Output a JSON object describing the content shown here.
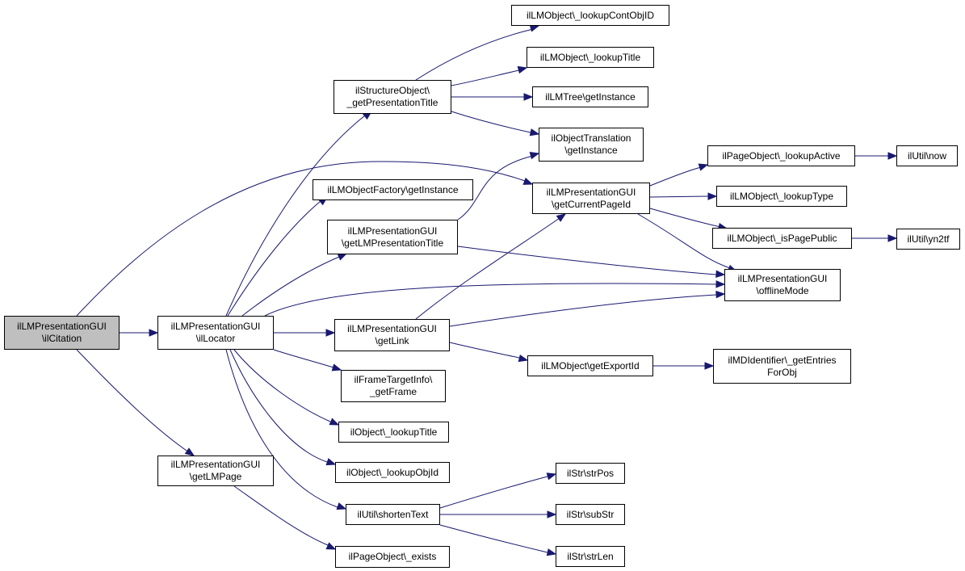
{
  "nodes": {
    "root": [
      "ilLMPresentationGUI",
      "\\ilCitation"
    ],
    "ilLocator": [
      "ilLMPresentationGUI",
      "\\ilLocator"
    ],
    "getLMPage": [
      "ilLMPresentationGUI",
      "\\getLMPage"
    ],
    "getPresentationTitle": [
      "ilStructureObject\\",
      "_getPresentationTitle"
    ],
    "objFactory": [
      "ilLMObjectFactory\\getInstance"
    ],
    "getLMPresentationTitle": [
      "ilLMPresentationGUI",
      "\\getLMPresentationTitle"
    ],
    "getLink": [
      "ilLMPresentationGUI",
      "\\getLink"
    ],
    "getFrame": [
      "ilFrameTargetInfo\\",
      "_getFrame"
    ],
    "objLookupTitle": [
      "ilObject\\_lookupTitle"
    ],
    "lookupObjId": [
      "ilObject\\_lookupObjId"
    ],
    "shortenText": [
      "ilUtil\\shortenText"
    ],
    "pageExists": [
      "ilPageObject\\_exists"
    ],
    "lookupContObjID": [
      "ilLMObject\\_lookupContObjID"
    ],
    "lmLookupTitle": [
      "ilLMObject\\_lookupTitle"
    ],
    "treeGetInstance": [
      "ilLMTree\\getInstance"
    ],
    "objTranslation": [
      "ilObjectTranslation",
      "\\getInstance"
    ],
    "getCurrentPageId": [
      "ilLMPresentationGUI",
      "\\getCurrentPageId"
    ],
    "getExportId": [
      "ilLMObject\\getExportId"
    ],
    "strPos": [
      "ilStr\\strPos"
    ],
    "subStr": [
      "ilStr\\subStr"
    ],
    "strLen": [
      "ilStr\\strLen"
    ],
    "lookupActive": [
      "ilPageObject\\_lookupActive"
    ],
    "lookupType": [
      "ilLMObject\\_lookupType"
    ],
    "isPagePublic": [
      "ilLMObject\\_isPagePublic"
    ],
    "offlineMode": [
      "ilLMPresentationGUI",
      "\\offlineMode"
    ],
    "getEntriesForObj": [
      "ilMDIdentifier\\_getEntries",
      "ForObj"
    ],
    "utilNow": [
      "ilUtil\\now"
    ],
    "yn2tf": [
      "ilUtil\\yn2tf"
    ]
  },
  "colors": {
    "edge": "#191970",
    "root_fill": "#bfbfbf",
    "node_fill": "#ffffff",
    "border": "#000000"
  }
}
